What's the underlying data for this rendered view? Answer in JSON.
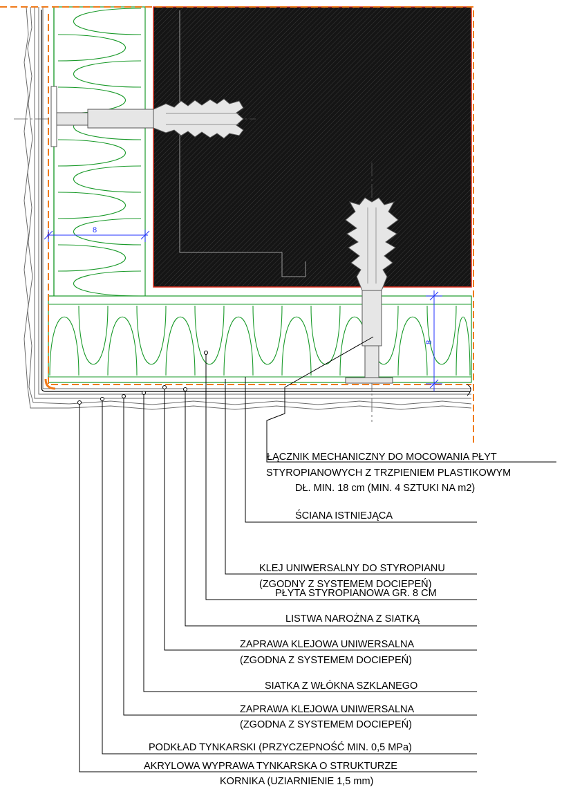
{
  "dimensions": {
    "side_insulation": "8",
    "bottom_insulation": "8"
  },
  "labels": {
    "connector": [
      "ŁĄCZNIK MECHANICZNY DO MOCOWANIA PŁYT",
      "STYROPIANOWYCH Z TRZPIENIEM PLASTIKOWYM",
      "DŁ. MIN. 18 cm (MIN. 4 SZTUKI NA m2)"
    ],
    "existing_wall": [
      "ŚCIANA ISTNIEJĄCA"
    ],
    "adhesive": [
      "KLEJ UNIWERSALNY  DO STYROPIANU",
      "(ZGODNY Z SYSTEMEM DOCIEPEŃ)"
    ],
    "eps_board": [
      "PŁYTA STYROPIANOWA GR. 8 CM"
    ],
    "corner_bead": [
      "LISTWA NAROŻNA Z SIATKĄ"
    ],
    "mortar_1": [
      "ZAPRAWA KLEJOWA UNIWERSALNA",
      "(ZGODNA Z SYSTEMEM DOCIEPEŃ)"
    ],
    "mesh": [
      "SIATKA Z WŁÓKNA SZKLANEGO"
    ],
    "mortar_2": [
      "ZAPRAWA KLEJOWA UNIWERSALNA",
      "(ZGODNA Z SYSTEMEM DOCIEPEŃ)"
    ],
    "primer": [
      "PODKŁAD TYNKARSKI (PRZYCZEPNOŚĆ MIN. 0,5 MPa)"
    ],
    "render": [
      "AKRYLOWA  WYPRAWA TYNKARSKA O STRUKTURZE",
      "KORNIKA (UZIARNIENIE 1,5 mm)"
    ]
  },
  "colors": {
    "wall_fill": "#1c1c1c",
    "wall_outline": "#e0301e",
    "insulation": "#1a9a2a",
    "orange_dashed": "#f07a1a",
    "dimension": "#2030ff",
    "leader": "#000000"
  }
}
